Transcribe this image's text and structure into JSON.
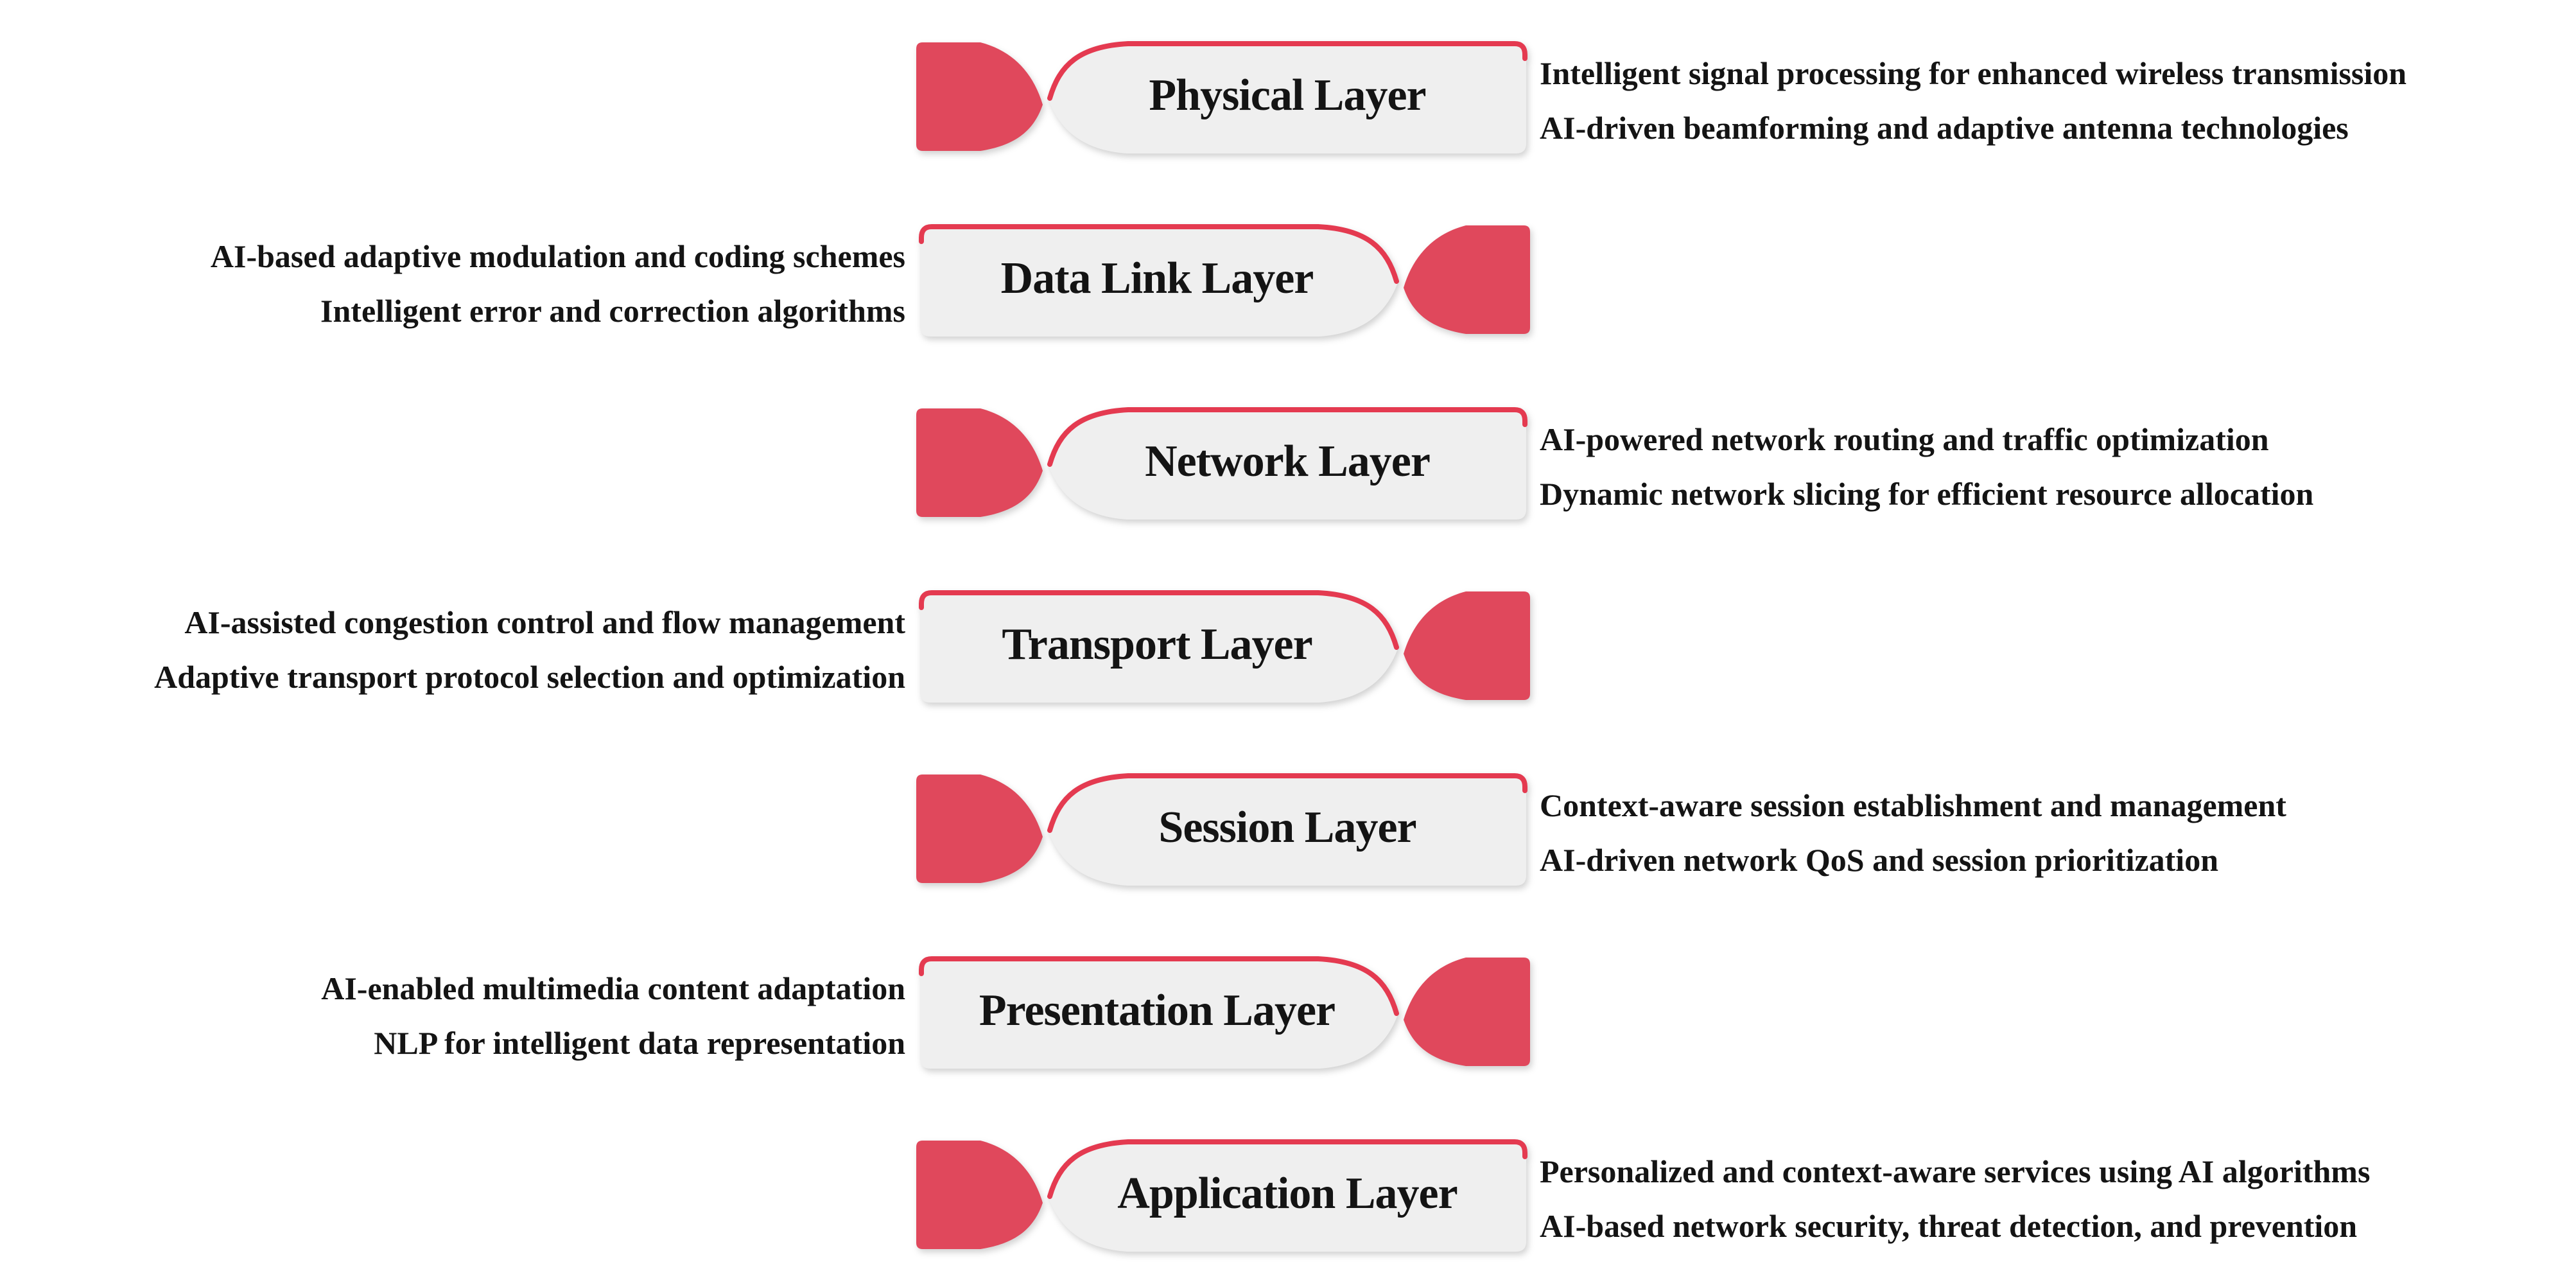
{
  "diagram": {
    "title_implicit": "AI across OSI network layers",
    "accent_color": "#e0485c",
    "accent_border_color": "#e43a50",
    "pill_color": "#efefef",
    "text_color": "#141414",
    "background_color": "#ffffff",
    "layers": [
      {
        "title": "Physical Layer",
        "red_side": "left",
        "description_side": "right",
        "points": [
          "Intelligent signal processing for enhanced wireless transmission",
          "AI-driven beamforming and adaptive antenna technologies"
        ]
      },
      {
        "title": "Data Link Layer",
        "red_side": "right",
        "description_side": "left",
        "points": [
          "AI-based adaptive modulation and coding schemes",
          "Intelligent error and correction algorithms"
        ]
      },
      {
        "title": "Network Layer",
        "red_side": "left",
        "description_side": "right",
        "points": [
          "AI-powered network routing and traffic optimization",
          "Dynamic network slicing for efficient resource allocation"
        ]
      },
      {
        "title": "Transport Layer",
        "red_side": "right",
        "description_side": "left",
        "points": [
          "AI-assisted congestion control and flow management",
          "Adaptive transport protocol selection and optimization"
        ]
      },
      {
        "title": "Session Layer",
        "red_side": "left",
        "description_side": "right",
        "points": [
          "Context-aware session establishment and management",
          "AI-driven network QoS and session prioritization"
        ]
      },
      {
        "title": "Presentation Layer",
        "red_side": "right",
        "description_side": "left",
        "points": [
          "AI-enabled multimedia content adaptation",
          "NLP for intelligent data representation"
        ]
      },
      {
        "title": "Application Layer",
        "red_side": "left",
        "description_side": "right",
        "points": [
          "Personalized and context-aware services using AI algorithms",
          "AI-based network security, threat detection, and prevention"
        ]
      }
    ]
  }
}
